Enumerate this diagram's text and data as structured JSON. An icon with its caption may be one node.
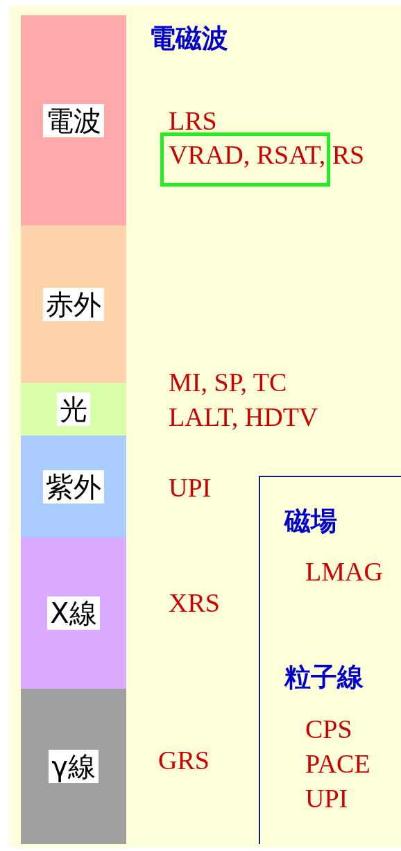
{
  "diagram": {
    "nodes": [
      {
        "text": [
          "電波"
        ]
      },
      {
        "text": [
          "赤外"
        ]
      },
      {
        "text": [
          "光"
        ]
      },
      {
        "text": [
          "紫外"
        ]
      },
      {
        "text": [
          "X線"
        ]
      },
      {
        "text": [
          "γ線"
        ]
      }
    ],
    "labels": [
      "電磁波",
      "LRS",
      "VRAD, RSAT, RS",
      "MI, SP, TC",
      "LALT, HDTV",
      "UPI",
      "XRS",
      "GRS",
      "磁場",
      "LMAG",
      "粒子線",
      "CPS",
      "PACE",
      "UPI"
    ]
  }
}
